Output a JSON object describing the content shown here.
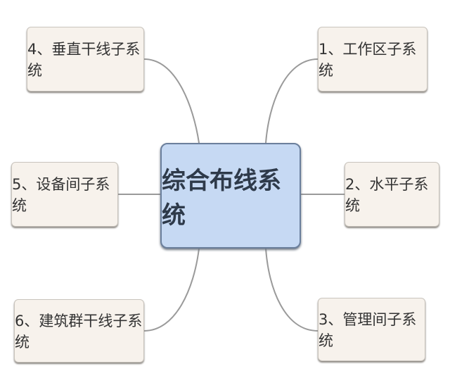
{
  "center": {
    "label": "综合布线系统"
  },
  "nodes": {
    "n1": "1、工作区子系统",
    "n2": "2、水平子系统",
    "n3": "3、管理间子系统",
    "n4": "4、垂直干线子系统",
    "n5": "5、设备间子系统",
    "n6": "6、建筑群干线子系统"
  },
  "colors": {
    "center_fill": "#c6d9f3",
    "node_fill": "#f7f2ec",
    "connector": "#9a9a9a"
  }
}
